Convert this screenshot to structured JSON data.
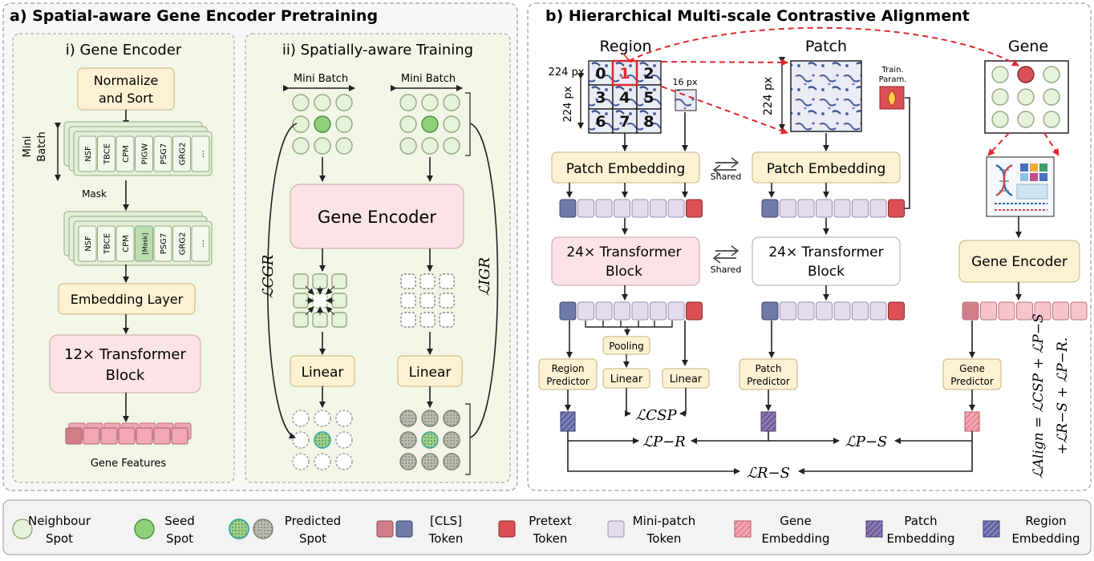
{
  "panel_a": {
    "title": "a) Spatial-aware Gene Encoder Pretraining",
    "gene_encoder": {
      "title": "i) Gene Encoder",
      "normalize_line1": "Normalize",
      "normalize_line2": "and Sort",
      "mini": "Mini",
      "batch": "Batch",
      "genes": [
        "NSF",
        "TBCE",
        "CPM",
        "PIGW",
        "PSG7",
        "GRG2",
        "..."
      ],
      "mask_label": "Mask",
      "masked_genes": [
        "NSF",
        "TBCE",
        "CPM",
        "[Mask]",
        "PSG7",
        "GRG2",
        "..."
      ],
      "embedding_layer": "Embedding Layer",
      "transformer_line1": "12× Transformer",
      "transformer_line2": "Block",
      "gene_features": "Gene Features"
    },
    "spatial_training": {
      "title": "ii) Spatially-aware Training",
      "mini_batch_left": "Mini Batch",
      "mini_batch_right": "Mini Batch",
      "gene_encoder": "Gene Encoder",
      "linear_left": "Linear",
      "linear_right": "Linear",
      "loss_cgr": "ℒCGR",
      "loss_igr": "ℒIGR"
    }
  },
  "panel_b": {
    "title": "b) Hierarchical Multi-scale Contrastive Alignment",
    "region": {
      "title": "Region",
      "grid_numbers": [
        "0",
        "1",
        "2",
        "3",
        "4",
        "5",
        "6",
        "7",
        "8"
      ],
      "px_label": "224 px",
      "small_px": "16 px"
    },
    "patch": {
      "title": "Patch",
      "px_label": "224 px"
    },
    "train_param_line1": "Train.",
    "train_param_line2": "Param.",
    "gene": {
      "title": "Gene"
    },
    "patch_embedding_left": "Patch Embedding",
    "patch_embedding_right": "Patch Embedding",
    "shared_top": "Shared",
    "shared_bottom": "Shared",
    "transformer_left_line1": "24× Transformer",
    "transformer_left_line2": "Block",
    "transformer_right_line1": "24× Transformer",
    "transformer_right_line2": "Block",
    "gene_encoder": "Gene Encoder",
    "pooling": "Pooling",
    "linear_mid": "Linear",
    "linear_right": "Linear",
    "region_predictor_line1": "Region",
    "region_predictor_line2": "Predictor",
    "patch_predictor_line1": "Patch",
    "patch_predictor_line2": "Predictor",
    "gene_predictor_line1": "Gene",
    "gene_predictor_line2": "Predictor",
    "loss_csp": "ℒCSP",
    "loss_pr": "ℒP−R",
    "loss_ps": "ℒP−S",
    "loss_rs": "ℒR−S",
    "align_line1": "ℒAlign = ℒCSP + ℒP−S",
    "align_line2": "+ℒR−S + ℒP−R."
  },
  "legend": {
    "neighbour_spot_line1": "Neighbour",
    "neighbour_spot_line2": "Spot",
    "seed_spot_line1": "Seed",
    "seed_spot_line2": "Spot",
    "predicted_spot_line1": "Predicted",
    "predicted_spot_line2": "Spot",
    "cls_token_line1": "[CLS]",
    "cls_token_line2": "Token",
    "pretext_token_line1": "Pretext",
    "pretext_token_line2": "Token",
    "mini_patch_token_line1": "Mini-patch",
    "mini_patch_token_line2": "Token",
    "gene_embedding_line1": "Gene",
    "gene_embedding_line2": "Embedding",
    "patch_embedding_line1": "Patch",
    "patch_embedding_line2": "Embedding",
    "region_embedding_line1": "Region",
    "region_embedding_line2": "Embedding"
  },
  "colors": {
    "box_yellow": "#fdf1d3",
    "box_pink": "#fbe3e6",
    "spot_green": "#e6f2da",
    "seed_green": "#8fd078",
    "cls_pink": "#d27e88",
    "cls_blue": "#6f7aa6",
    "pretext_red": "#dc4f55",
    "mini_patch": "#e6dcef",
    "gene_token": "#f4a7b4"
  }
}
